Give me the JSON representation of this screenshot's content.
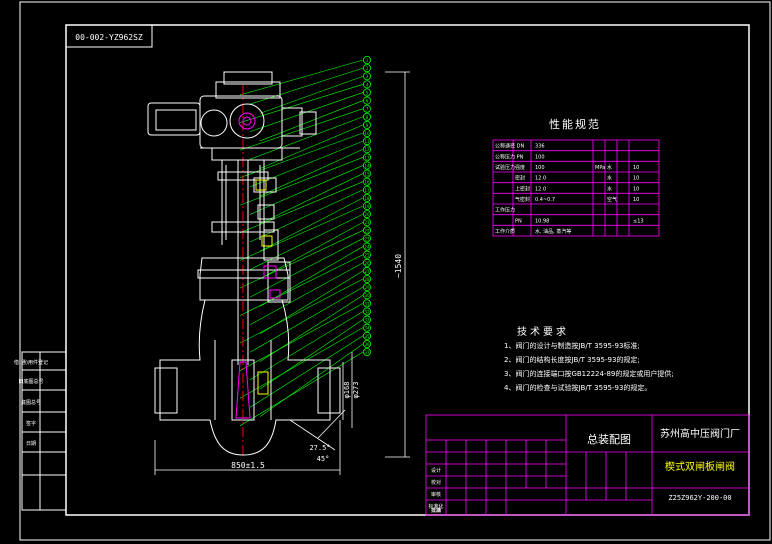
{
  "colors": {
    "background": "#000000",
    "frame": "#ffffff",
    "title_block": "#ff00ff",
    "valve_body": "#ffffff",
    "leaders": "#00ff00",
    "text_main": "#ffffff",
    "text_accent": "#ffff00",
    "dimension": "#ffffff",
    "centerline": "#ff0000"
  },
  "drawing_number_box": "00-002-YZ962SZ",
  "spec_table": {
    "title": "性能规范",
    "rows": [
      {
        "label": "公称通径 DN",
        "value": "336"
      },
      {
        "label": "公称压力 PN",
        "value": "100"
      },
      {
        "label": "试验压力",
        "sub": "强度",
        "value": "100",
        "unit": "MPa"
      },
      {
        "label": "",
        "sub": "密封",
        "value": "12.0"
      },
      {
        "label": "",
        "sub": "上密封",
        "value": "12.0"
      },
      {
        "label": "",
        "sub": "气密封",
        "value": "0.4~0.7"
      },
      {
        "label": "工作压力",
        "sub": "",
        "value": ""
      },
      {
        "label": "",
        "sub": "PN",
        "value": "10.98",
        "extra": "≤13"
      },
      {
        "label": "工作介质",
        "value": "水, 油品, 蒸汽等"
      }
    ],
    "right_col": [
      "水",
      "水",
      "水",
      "空气"
    ],
    "right_vals": [
      "10",
      "10",
      "10",
      "10"
    ]
  },
  "tech_req": {
    "title": "技术要求",
    "items": [
      "1、阀门的设计与制造按JB/T 3595-93标准;",
      "2、阀门的结构长度按JB/T 3595-93的规定;",
      "3、阀门的连接端口按GB12224-89的规定或用户提供;",
      "4、阀门的检查与试验按JB/T 3595-93的规定。"
    ]
  },
  "title_block": {
    "drawing_name": "总装配图",
    "company": "苏州高中压阀门厂",
    "product": "楔式双闸板闸阀",
    "code": "Z25Z962Y-200-00",
    "small_labels": [
      "设计",
      "校对",
      "审核",
      "标准化",
      "批准",
      "日期"
    ]
  },
  "left_strip_labels": [
    "借(通)用件登记",
    "旧底图总号",
    "底图总号",
    "签字",
    "日期"
  ],
  "dimensions": {
    "length": "850±1.5",
    "height": "~1540",
    "bore1": "φ168",
    "bore2": "φ273",
    "angle1": "27.5°",
    "angle2": "45°"
  },
  "balloons": [
    "1",
    "2",
    "3",
    "4",
    "5",
    "6",
    "7",
    "8",
    "9",
    "10",
    "11",
    "12",
    "13",
    "14",
    "15",
    "16",
    "17",
    "18",
    "19",
    "20",
    "21",
    "22",
    "23",
    "24",
    "25",
    "26",
    "27",
    "28",
    "29",
    "30",
    "31",
    "32",
    "33",
    "34",
    "35",
    "36",
    "37"
  ]
}
